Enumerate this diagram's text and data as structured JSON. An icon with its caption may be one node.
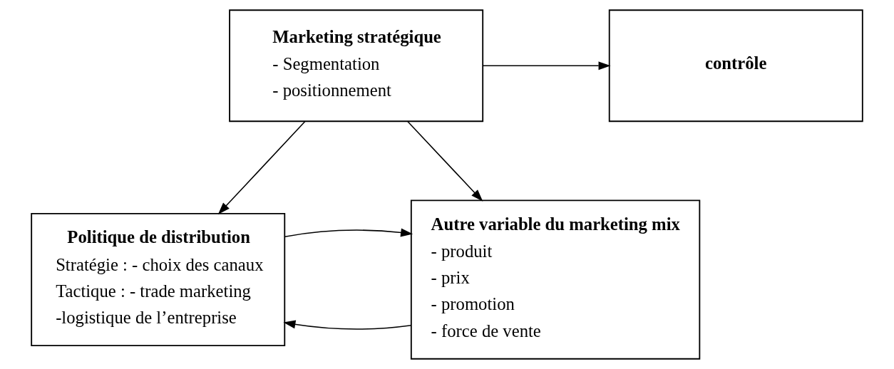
{
  "diagram": {
    "nodes": [
      {
        "text": [
          "Marketing stratégique",
          "- Segmentation",
          "- positionnement"
        ]
      },
      {
        "text": [
          "contrôle"
        ]
      },
      {
        "text": [
          "Politique de distribution",
          "Stratégie : - choix des canaux",
          "Tactique : - trade marketing",
          "-logistique de l’entreprise"
        ]
      },
      {
        "text": [
          "Autre variable du marketing mix",
          "- produit",
          "- prix",
          "- promotion",
          "- force de vente"
        ]
      }
    ],
    "edges": [
      {
        "from": 0,
        "to": 1,
        "arrow": "to"
      },
      {
        "from": 0,
        "to": 3,
        "arrow": "to"
      },
      {
        "from": 0,
        "to": 2,
        "arrow": "to"
      },
      {
        "from": 3,
        "to": 2,
        "arrow": "to"
      },
      {
        "from": 2,
        "to": 3,
        "arrow": "to"
      }
    ]
  }
}
